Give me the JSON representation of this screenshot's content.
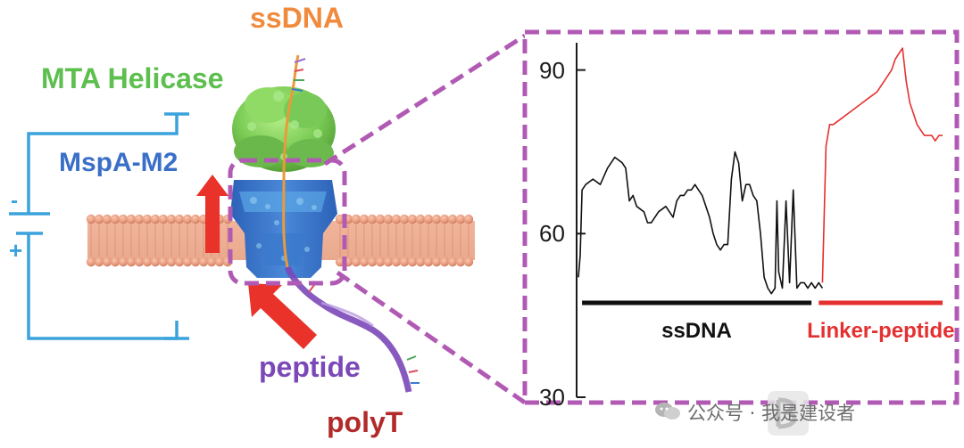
{
  "labels": {
    "ssdna_top": "ssDNA",
    "helicase": "MTA Helicase",
    "pore": "MspA-M2",
    "minus": "-",
    "plus": "+",
    "peptide": "peptide",
    "polyt": "polyT"
  },
  "colors": {
    "ssdna_label": "#f08a3c",
    "helicase": "#5cbf4e",
    "pore": "#3a6fc8",
    "circuit": "#3aa2dc",
    "arrow": "#e8322a",
    "peptide": "#7b48b8",
    "polyt": "#b22a2a",
    "dashed_box": "#b15ab4",
    "trace_ssdna": "#111111",
    "trace_linker": "#e53030"
  },
  "watermark": {
    "text": "公众号 · 我是建设者",
    "icon": "wechat-icon"
  },
  "chart_data": {
    "type": "line",
    "title": "",
    "xlabel": "",
    "ylabel": "",
    "ylim": [
      30,
      95
    ],
    "yticks": [
      30,
      60,
      90
    ],
    "xlim": [
      0,
      100
    ],
    "grid": false,
    "series": [
      {
        "name": "ssDNA",
        "color": "#111111",
        "x": [
          0,
          0.5,
          1,
          2,
          4,
          6,
          8,
          9,
          10,
          12,
          13,
          14,
          15,
          16,
          18,
          19,
          20,
          21,
          22,
          24,
          25,
          26,
          27,
          28,
          29,
          30,
          31,
          32,
          33,
          34,
          36,
          37,
          38,
          39,
          40,
          41,
          42,
          43,
          44,
          45,
          46,
          47,
          48,
          49,
          50,
          51,
          52,
          53,
          54,
          54.5,
          55,
          56,
          57,
          58,
          59,
          60,
          61,
          62,
          63,
          64,
          65,
          66,
          67
        ],
        "y": [
          52,
          56,
          68,
          69,
          70,
          69,
          72,
          73,
          74,
          73,
          72,
          66,
          67,
          65,
          64,
          62,
          62,
          63,
          64,
          65,
          64,
          63,
          66,
          67,
          67,
          68,
          68,
          69,
          68,
          67,
          63,
          60,
          58,
          57,
          58,
          58,
          70,
          75,
          73,
          66,
          69,
          69,
          67,
          66,
          60,
          52,
          50,
          49,
          50,
          66,
          53,
          50,
          66,
          51,
          68,
          50,
          51,
          51,
          50,
          51,
          50,
          51,
          50
        ]
      },
      {
        "name": "Linker-peptide",
        "color": "#e53030",
        "x": [
          67,
          68,
          69,
          70,
          72,
          74,
          76,
          78,
          80,
          82,
          84,
          86,
          87,
          88,
          89,
          90,
          91,
          92,
          93,
          94,
          95,
          96,
          97,
          98,
          99,
          100
        ],
        "y": [
          51,
          76,
          80,
          80,
          81,
          82,
          83,
          84,
          85,
          86,
          88,
          90,
          92,
          93,
          94,
          88,
          84,
          82,
          80,
          79,
          78,
          78,
          78,
          77,
          78,
          78
        ]
      }
    ],
    "annotations": [
      {
        "text": "ssDNA",
        "x_start": 1,
        "x_end": 64,
        "color": "#111111"
      },
      {
        "text": "Linker-peptide",
        "x_start": 66,
        "x_end": 100,
        "color": "#e53030"
      }
    ]
  }
}
